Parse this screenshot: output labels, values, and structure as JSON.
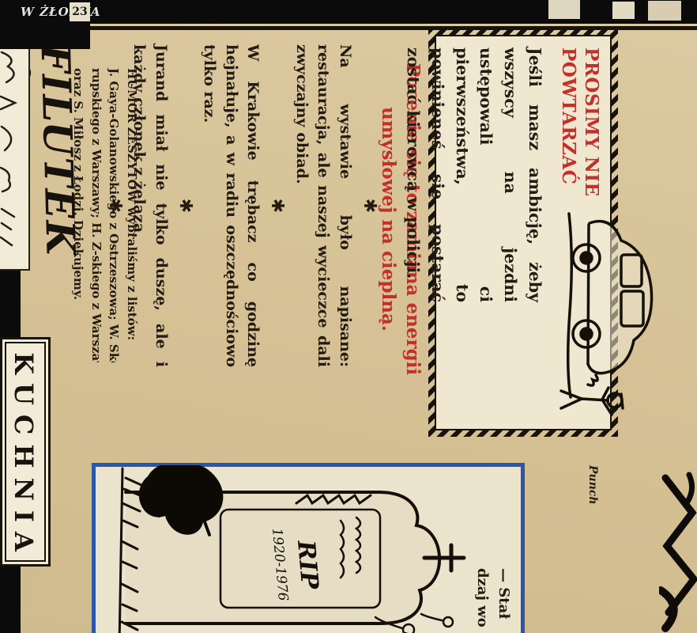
{
  "colors": {
    "page_bg": "#d6c296",
    "paper_white": "#efe7d0",
    "ink": "#241c12",
    "accent_red": "#c2302a",
    "cartoon_border_blue": "#2a57a9",
    "photo_black": "#0b0b0b"
  },
  "top_strip": {
    "fragment": "W ŻŁOBKA",
    "number": "23"
  },
  "boxed_joke": {
    "heading": "PROSIMY NIE POWTARZAĆ",
    "body": "Jeśli masz ambicję, żeby wszyscy na jezdni ustępowali ci pierwszeństwa, to powinieneś się postarać zostać kierowcą w policji.",
    "illustration": "car-with-driver-and-policeman-ink-cartoon"
  },
  "thermo_heading": "Pocenie się to zamiana energii umysłowej na cieplną.",
  "separator": "✱",
  "jokes": [
    "Na wystawie było napisane: restauracja, ale naszej wycieczce dali zwyczajny obiad.",
    "W Krakowie trębacz co godzinę hejnałuje, a w radiu oszczędnościowo tylko raz.",
    "Jurand miał nie tylko duszę, ale i każdy członek z żelaza."
  ],
  "credits_lines": [
    "HUMOR ZESZYTÓW wybraliśmy z listów:",
    "J. Gaya-Golanowskiego z Ostrzeszowa; W. Sko-",
    "rupskiego z Warszawy; H. Z-skiego z Warszawy",
    "oraz S. Miłosz z Łodzi. Dziękujemy."
  ],
  "filutek_title": "FILUTEK",
  "kuchnia_title": "KUCHNIA",
  "cartoon": {
    "attribution": "Punch",
    "caption_lines": [
      "— Stał",
      "dzaj wo"
    ],
    "rip": "RIP",
    "dates": "1920-1976",
    "illustration": "tombstone-with-black-crow-ink-cartoon"
  }
}
